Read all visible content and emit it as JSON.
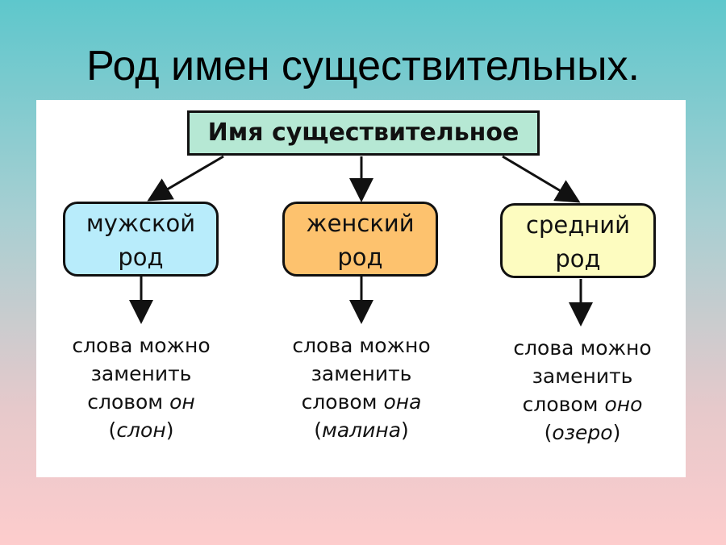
{
  "title": "Род имен существительных.",
  "root": "Имя существительное",
  "genders": [
    {
      "line1": "мужской",
      "line2": "род",
      "color": "#b8ecfb",
      "d1": "слова можно",
      "d2": "заменить",
      "d3": "словом",
      "pron": "он",
      "ex": "слон"
    },
    {
      "line1": "женский",
      "line2": "род",
      "color": "#fdc26e",
      "d1": "слова можно",
      "d2": "заменить",
      "d3": "словом",
      "pron": "она",
      "ex": "малина"
    },
    {
      "line1": "средний",
      "line2": "род",
      "color": "#fdfcc0",
      "d1": "слова можно",
      "d2": "заменить",
      "d3": "словом",
      "pron": "оно",
      "ex": "озеро"
    }
  ]
}
